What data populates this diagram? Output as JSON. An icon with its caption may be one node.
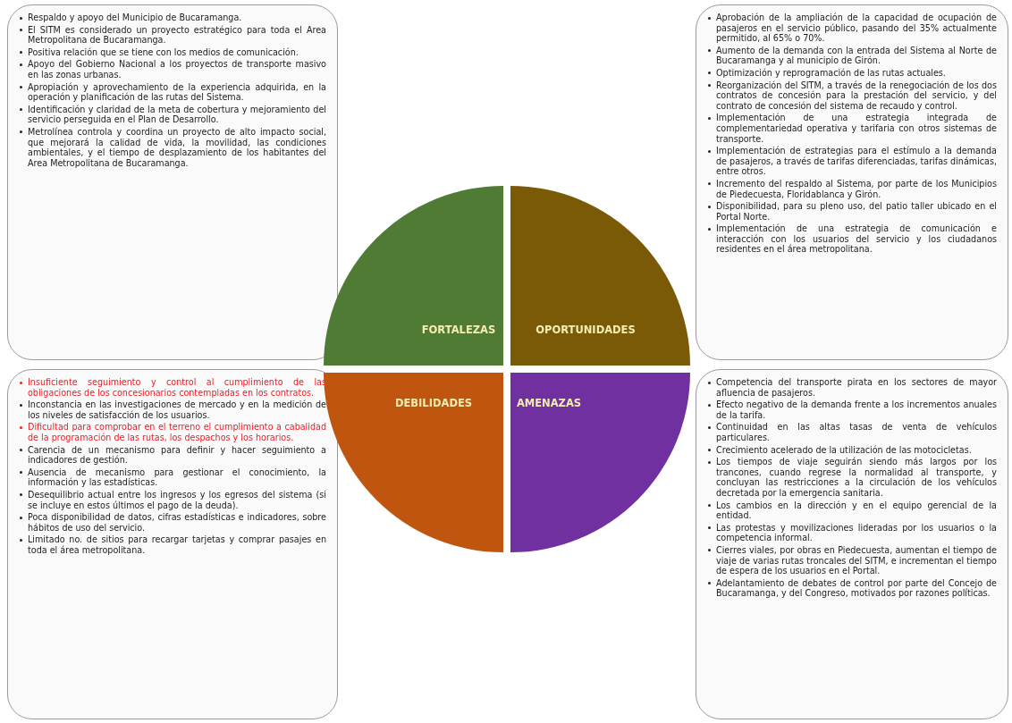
{
  "diagram": {
    "nodes": [
      {
        "text": [
          "Respaldo y apoyo del Municipio de Bucaramanga.",
          "El SITM es considerado un proyecto estratégico para toda el Area Metropolitana de Bucaramanga.",
          "Positiva relación que se tiene con los medios de comunicación.",
          "Apoyo del Gobierno Nacional a los proyectos de transporte masivo en las zonas urbanas.",
          "Apropiación y aprovechamiento de la experiencia adquirida, en la operación y planificación de las rutas del Sistema.",
          "Identificación y claridad de la meta de cobertura y mejoramiento del servicio perseguida en el Plan de Desarrollo.",
          "Metrolínea controla y coordina un proyecto de alto impacto social, que mejorará la calidad de vida, la movilidad, las condiciones ambientales, y el tiempo de desplazamiento de los habitantes del Area Metropolitana de Bucaramanga."
        ]
      },
      {
        "text": [
          "FORTALEZAS"
        ]
      },
      {
        "text": [
          "OPORTUNIDADES"
        ]
      },
      {
        "text": [
          "Aprobación de la ampliación de la capacidad de ocupación de pasajeros en el servicio público, pasando del 35% actualmente permitido, al 65% o 70%.",
          "Aumento de la demanda con la entrada del Sistema al Norte de Bucaramanga y al municipio de Girón.",
          "Optimización y reprogramación de las rutas actuales.",
          "Reorganización del SITM, a través de la renegociación de los dos contratos de concesión para la prestación del servicio, y del contrato de concesión del sistema de recaudo y control.",
          "Implementación de una estrategia integrada de complementariedad operativa y tarifaria con otros sistemas de transporte.",
          "Implementación de estrategias para el estímulo a la demanda de pasajeros, a través de tarifas diferenciadas, tarifas dinámicas, entre otros.",
          "Incremento del respaldo al Sistema, por parte de los Municipios de Piedecuesta, Floridablanca y Girón.",
          "Disponibilidad, para su pleno uso, del patio taller ubicado en el Portal Norte.",
          "Implementación de una estrategia de comunicación e interacción con los usuarios del servicio y los ciudadanos residentes en el área metropolitana."
        ]
      },
      {
        "text": [
          "Insuficiente seguimiento y control al cumplimiento de las obligaciones de los concesionarios contempladas en los contratos.",
          "Inconstancia en las investigaciones de mercado y en la medición de los niveles de satisfacción de los usuarios.",
          "Dificultad para comprobar en el terreno el cumplimiento a cabalidad de la programación de las rutas, los despachos y los horarios.",
          "Carencia de un mecanismo para definir y hacer seguimiento a indicadores de gestión.",
          "Ausencia de mecanismo para gestionar el conocimiento, la información y las estadísticas.",
          "Desequilibrio actual entre los ingresos y los egresos del sistema (si se incluye en estos últimos el pago de la deuda).",
          "Poca disponibilidad de datos, cifras estadísticas e indicadores, sobre hábitos de uso del servicio.",
          "Limitado no. de sitios para recargar tarjetas y comprar pasajes en toda el área metropolitana."
        ]
      },
      {
        "text": [
          "DEBILIDADES"
        ]
      },
      {
        "text": [
          "AMENAZAS"
        ]
      },
      {
        "text": [
          "Competencia del transporte pirata en los sectores de mayor afluencia de pasajeros.",
          "Efecto negativo de la demanda frente a los incrementos anuales de la tarifa.",
          "Continuidad en las altas tasas de venta de vehículos particulares.",
          "Crecimiento acelerado de la utilización de las motocicletas.",
          "Los tiempos de viaje seguirán siendo más largos por los trancones, cuando regrese la normalidad al transporte, y concluyan las restricciones a la circulación de los vehículos decretada por la emergencia sanitaria.",
          "Los cambios en la dirección y en el equipo gerencial de la entidad.",
          "Las protestas y movilizaciones lideradas por los usuarios o la competencia informal.",
          "Cierres viales, por obras en Piedecuesta, aumentan el tiempo de viaje de varias rutas troncales del SITM, e incrementan el tiempo de espera de los usuarios en el Portal.",
          "Adelantamiento de debates de control por parte del Concejo de Bucaramanga, y del Congreso, motivados por razones políticas."
        ]
      }
    ]
  }
}
